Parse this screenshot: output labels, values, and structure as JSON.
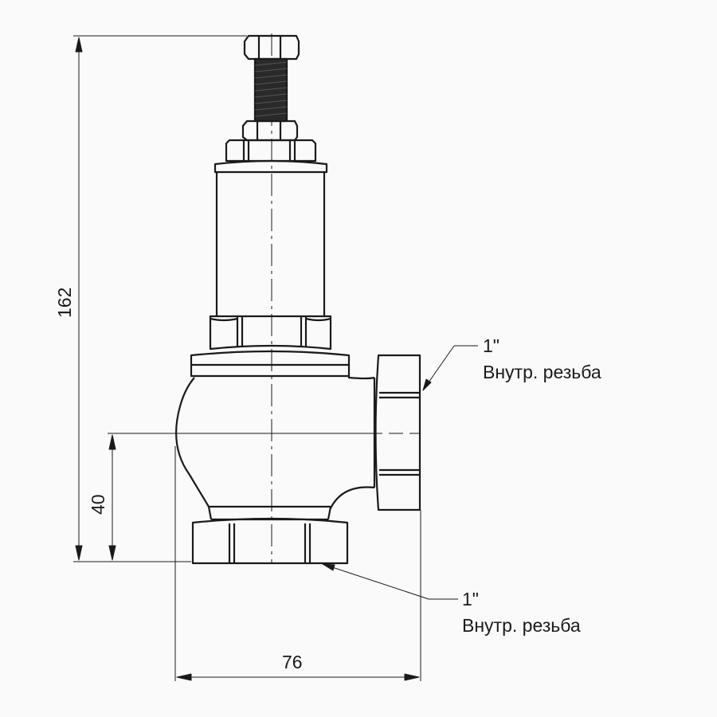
{
  "drawing": {
    "subject": "Safety valve, angle body",
    "line_color": "#1a1a1a",
    "background": "#fafafa"
  },
  "dimensions": {
    "overall_height": "162",
    "axis_height": "40",
    "overall_width": "76"
  },
  "callouts": [
    {
      "size": "1\"",
      "label": "Внутр. резьба",
      "target": "side-outlet"
    },
    {
      "size": "1\"",
      "label": "Внутр. резьба",
      "target": "bottom-inlet"
    }
  ]
}
